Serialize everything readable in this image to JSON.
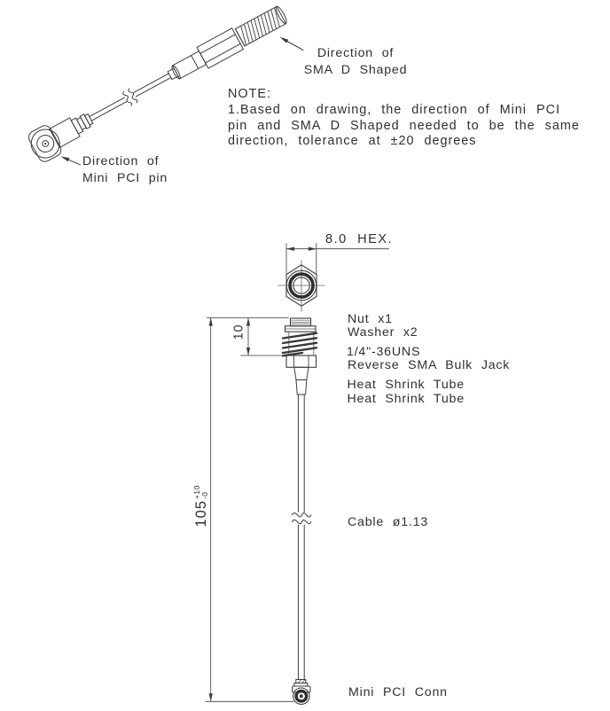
{
  "drawing": {
    "iso_view": {
      "label_sma_direction": {
        "line1": "Direction of",
        "line2": "SMA D Shaped"
      },
      "label_minipci_direction": {
        "line1": "Direction of",
        "line2": "Mini PCI pin"
      },
      "note": {
        "title": "NOTE:",
        "lines": [
          "1.Based on drawing, the direction of Mini PCI",
          "pin and SMA D Shaped needed to be the same",
          "direction, tolerance at ±20 degrees"
        ]
      }
    },
    "dimensioned_view": {
      "dim_hex": "8.0 HEX.",
      "dim_thread_length": "10",
      "dim_overall": {
        "value": "105",
        "tol_plus": "+10",
        "tol_minus": "-0"
      },
      "labels": {
        "nut": "Nut x1",
        "washer": "Washer x2",
        "thread_spec": "1/4\"-36UNS",
        "jack": "Reverse SMA Bulk Jack",
        "heat_shrink_1": "Heat Shrink Tube",
        "heat_shrink_2": "Heat Shrink Tube",
        "cable": "Cable ø1.13",
        "mini_pci": "Mini PCI Conn"
      }
    },
    "colors": {
      "line": "#3d3d3d",
      "text": "#2f2f2f",
      "background": "#ffffff"
    }
  }
}
